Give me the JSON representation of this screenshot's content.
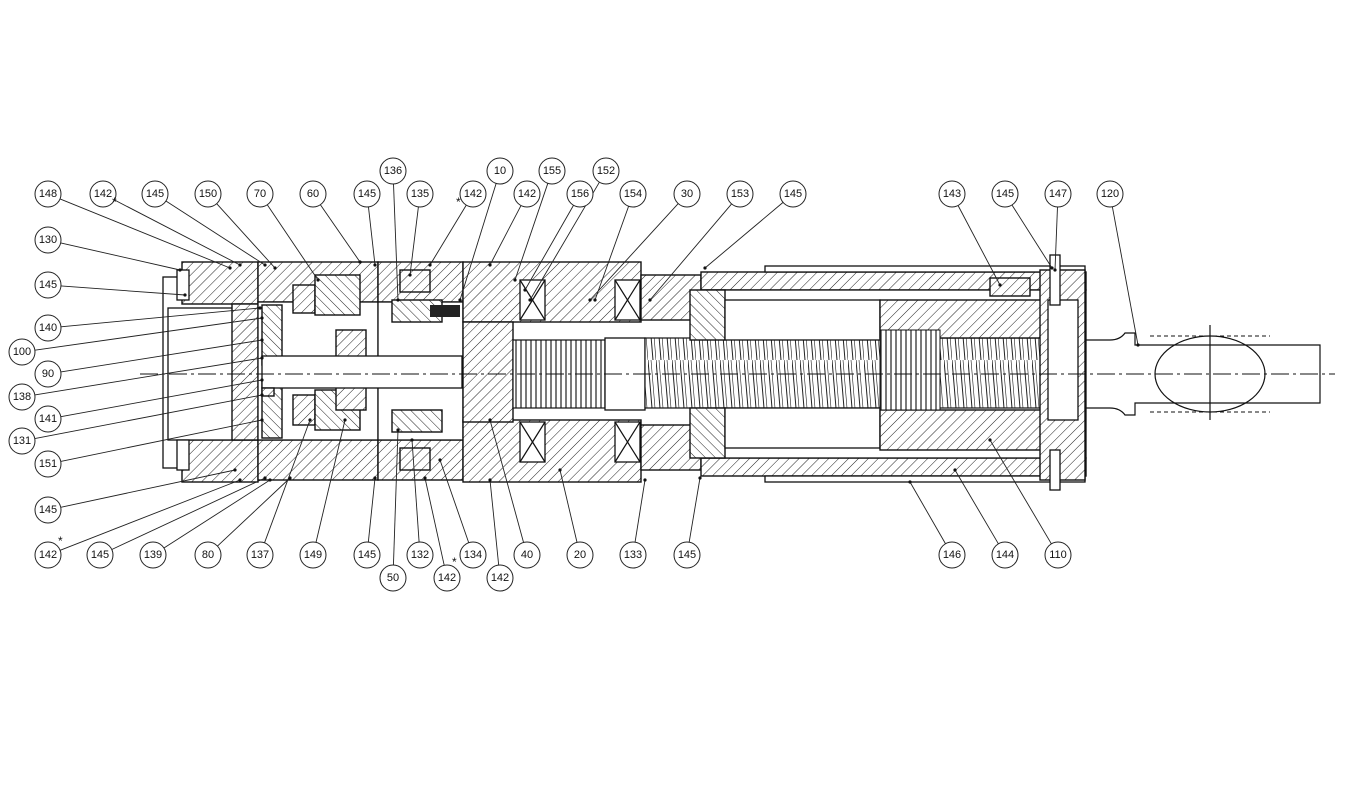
{
  "callouts": [
    {
      "id": "c148",
      "label": "148"
    },
    {
      "id": "c142a",
      "label": "142"
    },
    {
      "id": "c145a",
      "label": "145"
    },
    {
      "id": "c150",
      "label": "150"
    },
    {
      "id": "c70",
      "label": "70"
    },
    {
      "id": "c60",
      "label": "60"
    },
    {
      "id": "c145b",
      "label": "145"
    },
    {
      "id": "c136",
      "label": "136"
    },
    {
      "id": "c135",
      "label": "135"
    },
    {
      "id": "c142b",
      "label": "142"
    },
    {
      "id": "c10",
      "label": "10"
    },
    {
      "id": "c142c",
      "label": "142"
    },
    {
      "id": "c155",
      "label": "155"
    },
    {
      "id": "c156",
      "label": "156"
    },
    {
      "id": "c152",
      "label": "152"
    },
    {
      "id": "c154",
      "label": "154"
    },
    {
      "id": "c30",
      "label": "30"
    },
    {
      "id": "c153",
      "label": "153"
    },
    {
      "id": "c145c",
      "label": "145"
    },
    {
      "id": "c143",
      "label": "143"
    },
    {
      "id": "c145d",
      "label": "145"
    },
    {
      "id": "c147",
      "label": "147"
    },
    {
      "id": "c120",
      "label": "120"
    },
    {
      "id": "c130",
      "label": "130"
    },
    {
      "id": "c145e",
      "label": "145"
    },
    {
      "id": "c140",
      "label": "140"
    },
    {
      "id": "c100",
      "label": "100"
    },
    {
      "id": "c90",
      "label": "90"
    },
    {
      "id": "c138",
      "label": "138"
    },
    {
      "id": "c141",
      "label": "141"
    },
    {
      "id": "c131",
      "label": "131"
    },
    {
      "id": "c151",
      "label": "151"
    },
    {
      "id": "c145f",
      "label": "145"
    },
    {
      "id": "c142d",
      "label": "142"
    },
    {
      "id": "c145g",
      "label": "145"
    },
    {
      "id": "c139",
      "label": "139"
    },
    {
      "id": "c80",
      "label": "80"
    },
    {
      "id": "c137",
      "label": "137"
    },
    {
      "id": "c149",
      "label": "149"
    },
    {
      "id": "c145h",
      "label": "145"
    },
    {
      "id": "c50",
      "label": "50"
    },
    {
      "id": "c132",
      "label": "132"
    },
    {
      "id": "c142e",
      "label": "142"
    },
    {
      "id": "c134",
      "label": "134"
    },
    {
      "id": "c142f",
      "label": "142"
    },
    {
      "id": "c40",
      "label": "40"
    },
    {
      "id": "c20",
      "label": "20"
    },
    {
      "id": "c133",
      "label": "133"
    },
    {
      "id": "c145i",
      "label": "145"
    },
    {
      "id": "c146",
      "label": "146"
    },
    {
      "id": "c144",
      "label": "144"
    },
    {
      "id": "c110",
      "label": "110"
    }
  ],
  "asterisk": "*"
}
